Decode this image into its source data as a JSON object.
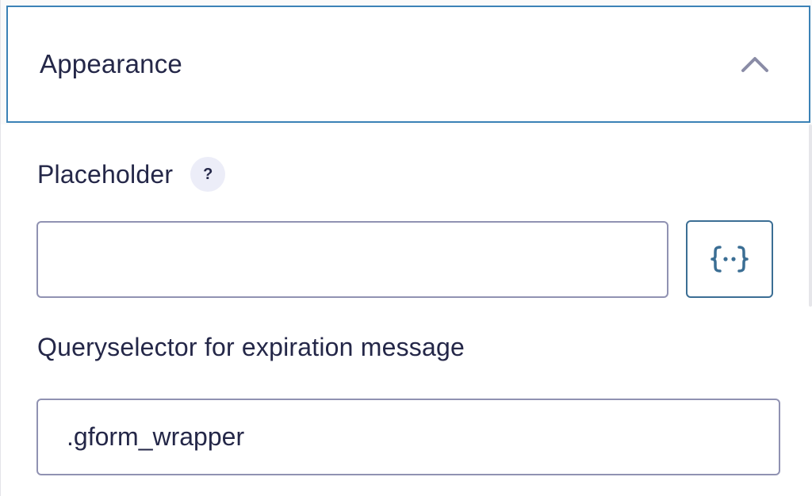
{
  "panel": {
    "title": "Appearance",
    "toggle_icon": "chevron-up-icon"
  },
  "fields": {
    "placeholder": {
      "label": "Placeholder",
      "help": "?",
      "value": "",
      "merge_tag_icon": "merge-tag-icon"
    },
    "queryselector": {
      "label": "Queryselector for expiration message",
      "value": ".gform_wrapper"
    }
  },
  "colors": {
    "header_border": "#3b82b6",
    "input_border": "#9092b2",
    "merge_tag_border": "#3b6e94",
    "help_badge_bg": "#ecedf8",
    "text": "#242748"
  }
}
